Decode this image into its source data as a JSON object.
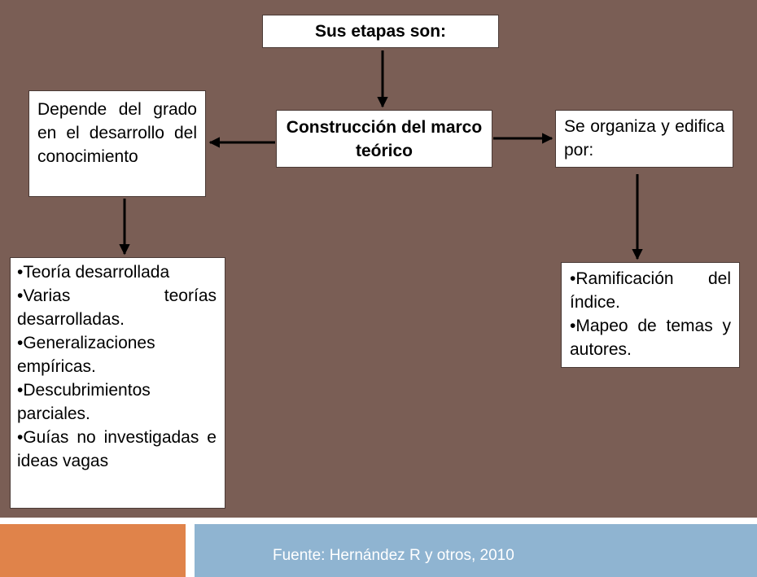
{
  "diagram": {
    "title": "Sus etapas son:",
    "center": "Construcción del marco teórico",
    "left": "Depende del grado en el desarrollo del conocimiento",
    "right": "Se organiza y edifica por:",
    "bottom_left_items": [
      "•Teoría desarrollada",
      "•Varias teorías desarrolladas.",
      "•Generalizaciones empíricas.",
      "•Descubrimientos parciales.",
      "•Guías no investigadas e ideas vagas"
    ],
    "bottom_right_items": [
      "•Ramificación del índice.",
      "•Mapeo de temas y autores."
    ]
  },
  "footer": {
    "source": "Fuente: Hernández R y otros, 2010"
  },
  "colors": {
    "background": "#7a5e55",
    "footer_orange": "#e0834a",
    "footer_blue": "#8fb4d1"
  }
}
